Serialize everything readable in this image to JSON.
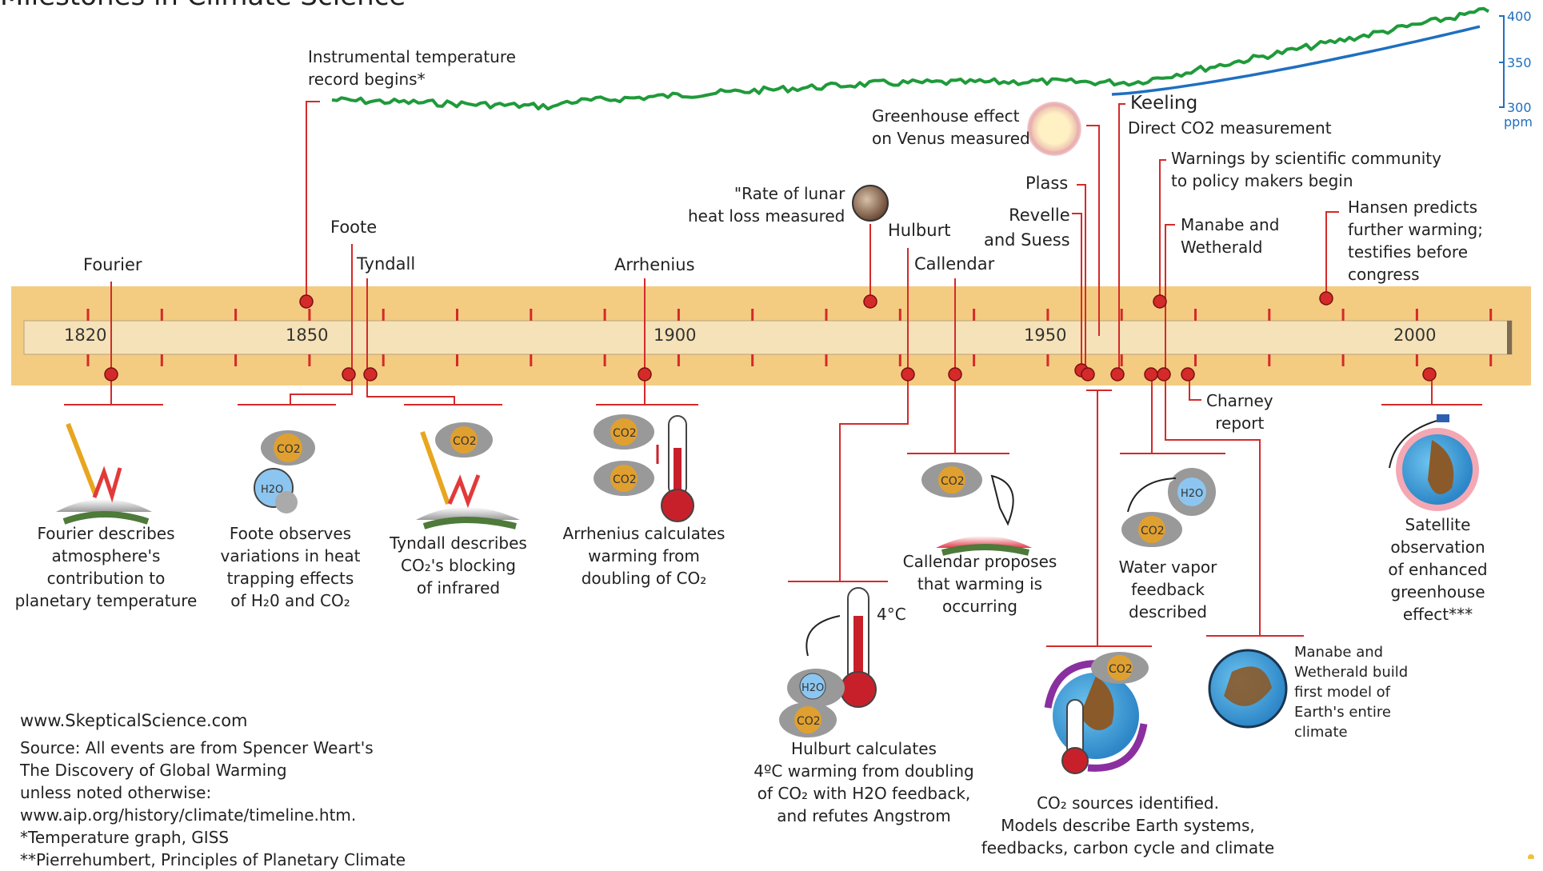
{
  "title": "Milestones in Climate Science",
  "colors": {
    "band": "#f3cc82",
    "axis": "#f5e2b8",
    "line": "#d42a2a",
    "temp": "#1f9a3a",
    "co2": "#1f6fbf"
  },
  "axis": {
    "years": [
      "1820",
      "1850",
      "1900",
      "1950",
      "2000"
    ]
  },
  "ppm_scale": {
    "labels": [
      "400",
      "350",
      "300"
    ],
    "unit": "ppm"
  },
  "events_top": {
    "instrumental": "Instrumental temperature\nrecord begins*",
    "fourier": "Fourier",
    "foote": "Foote",
    "tyndall": "Tyndall",
    "arrhenius": "Arrhenius",
    "lunar": "\"Rate of lunar\nheat loss measured",
    "hulburt": "Hulburt",
    "callendar": "Callendar",
    "venus": "Greenhouse effect\non Venus measured",
    "plass": "Plass",
    "revelle": "Revelle\nand Suess",
    "keeling_name": "Keeling",
    "keeling_sub": "Direct CO2 measurement",
    "warnings": "Warnings by scientific community\nto policy makers begin",
    "manabe": "Manabe and\nWetherald",
    "hansen": "Hansen predicts\nfurther warming;\ntestifies before\ncongress",
    "charney": "Charney\nreport"
  },
  "descriptions": {
    "fourier": "Fourier describes\natmosphere's\ncontribution to\nplanetary temperature",
    "foote": "Foote observes\nvariations in heat\ntrapping effects\nof H₂0 and CO₂",
    "tyndall": "Tyndall describes\nCO₂'s blocking\nof infrared",
    "arrhenius": "Arrhenius calculates\nwarming from\ndoubling of  CO₂",
    "hulburt": "Hulburt calculates\n4ºC warming from doubling\nof CO₂ with H2O feedback,\nand refutes Angstrom",
    "callendar": "Callendar proposes\nthat warming is\noccurring",
    "co2sources": "CO₂ sources identified.\nModels describe Earth systems,\nfeedbacks, carbon cycle and climate",
    "watervapor": "Water vapor\nfeedback\ndescribed",
    "manabe_model": "Manabe and\nWetherald build\nfirst model of\nEarth's entire\nclimate",
    "satellite": "Satellite\nobservation\nof enhanced\ngreenhouse\neffect***"
  },
  "icon_labels": {
    "co2": "CO2",
    "h2o": "H2O",
    "temp": "4°C"
  },
  "footer": {
    "site": "www.SkepticalScience.com",
    "source1": "Source: All events are from Spencer Weart's",
    "source2": "The Discovery of Global Warming",
    "source3": "unless noted otherwise:",
    "source4": "www.aip.org/history/climate/timeline.htm.",
    "note1": "*Temperature graph, GISS",
    "note2": "**Pierrehumbert, Principles of Planetary Climate"
  }
}
